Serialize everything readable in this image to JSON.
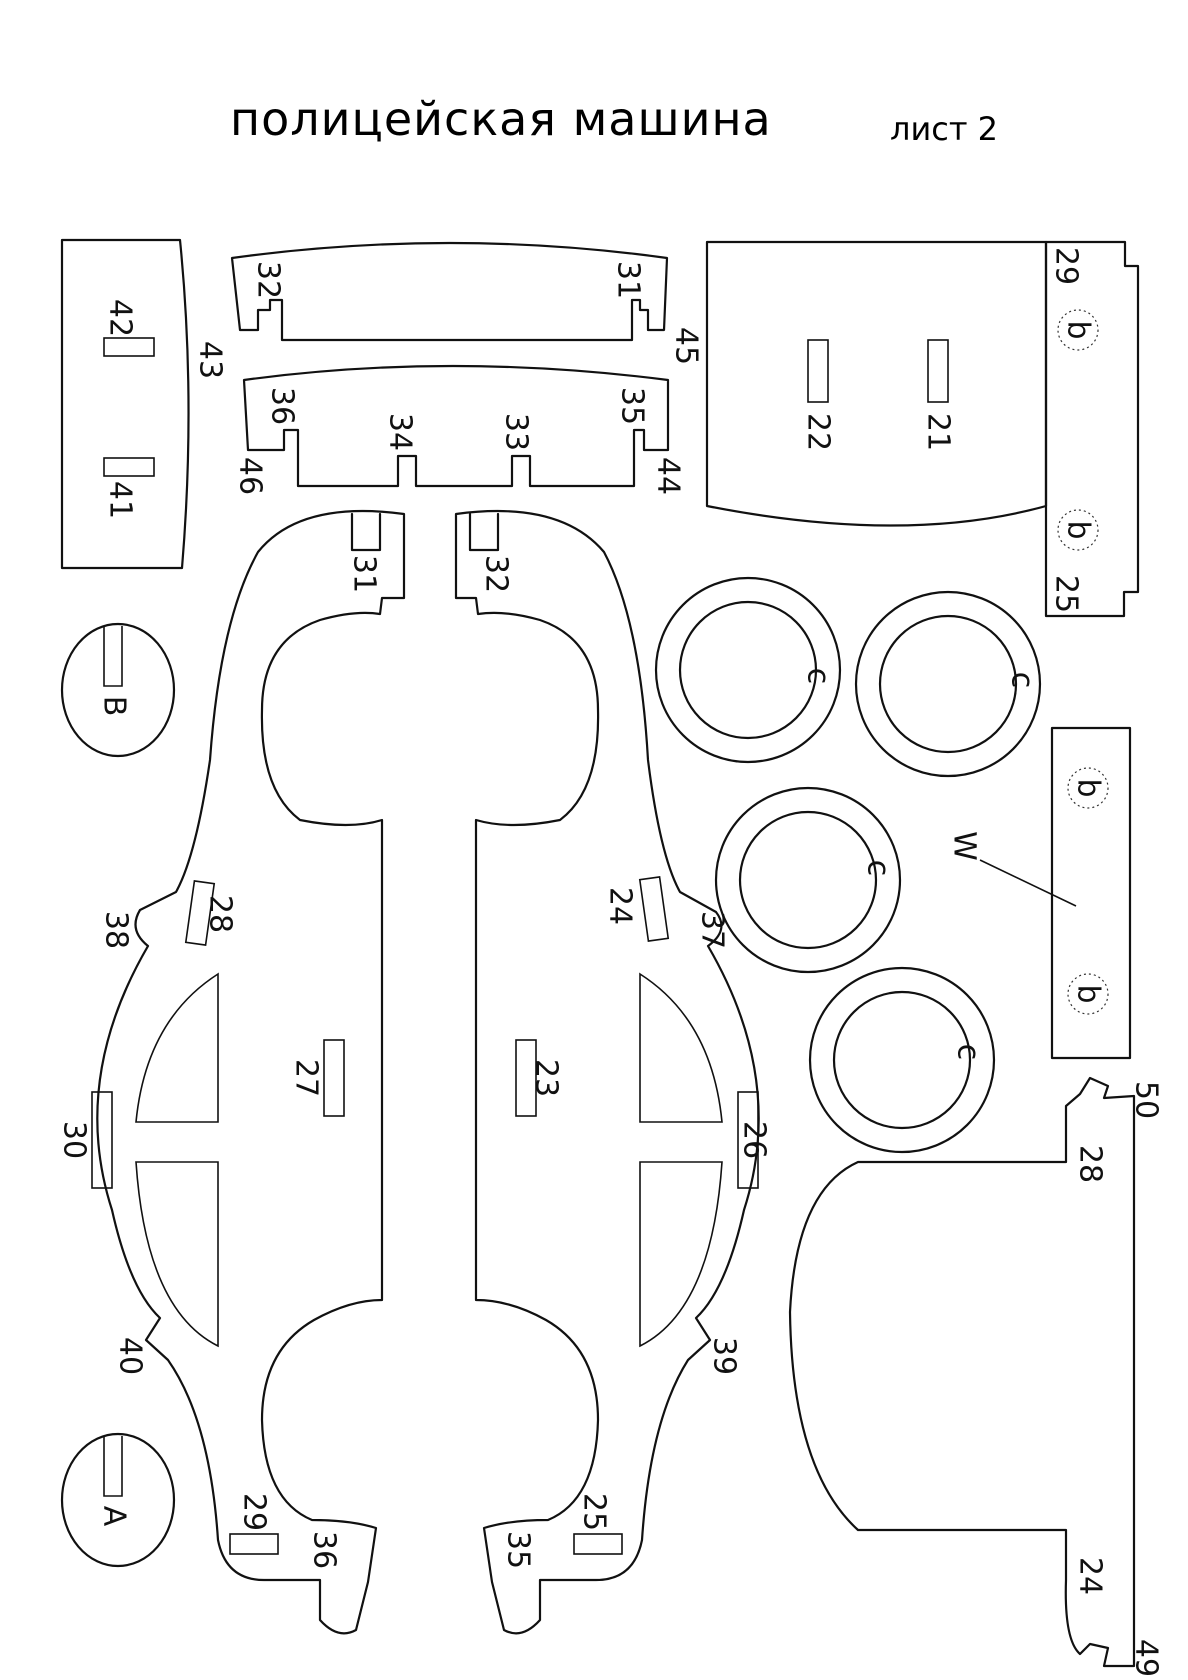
{
  "title": "полицейская машина",
  "sheet_label": "лист 2",
  "labels": {
    "n21": "21",
    "n22": "22",
    "n23": "23",
    "n24": "24",
    "n25": "25",
    "n26": "26",
    "n27": "27",
    "n28": "28",
    "n29": "29",
    "n30": "30",
    "n31": "31",
    "n32": "32",
    "n33": "33",
    "n34": "34",
    "n35": "35",
    "n36": "36",
    "n37": "37",
    "n38": "38",
    "n39": "39",
    "n40": "40",
    "n41": "41",
    "n42": "42",
    "n43": "43",
    "n44": "44",
    "n45": "45",
    "n46": "46",
    "n49": "49",
    "n50": "50",
    "letter_A": "A",
    "letter_B": "B",
    "letter_b": "b",
    "letter_c": "c",
    "letter_W": "W"
  }
}
